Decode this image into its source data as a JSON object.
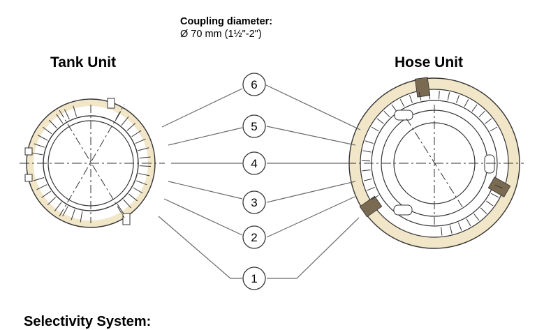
{
  "coupling": {
    "title": "Coupling diameter:",
    "value": "Ø 70 mm (1½\"-2\")"
  },
  "tank_unit": {
    "title": "Tank Unit"
  },
  "hose_unit": {
    "title": "Hose Unit"
  },
  "positions": [
    "6",
    "5",
    "4",
    "3",
    "2",
    "1"
  ],
  "section_heading": "Selectivity System:",
  "colors": {
    "ring_fill": "#f1e6c8",
    "stroke": "#333333",
    "callout_line": "#6a6a6a",
    "pin_dark": "#7a6a52"
  }
}
